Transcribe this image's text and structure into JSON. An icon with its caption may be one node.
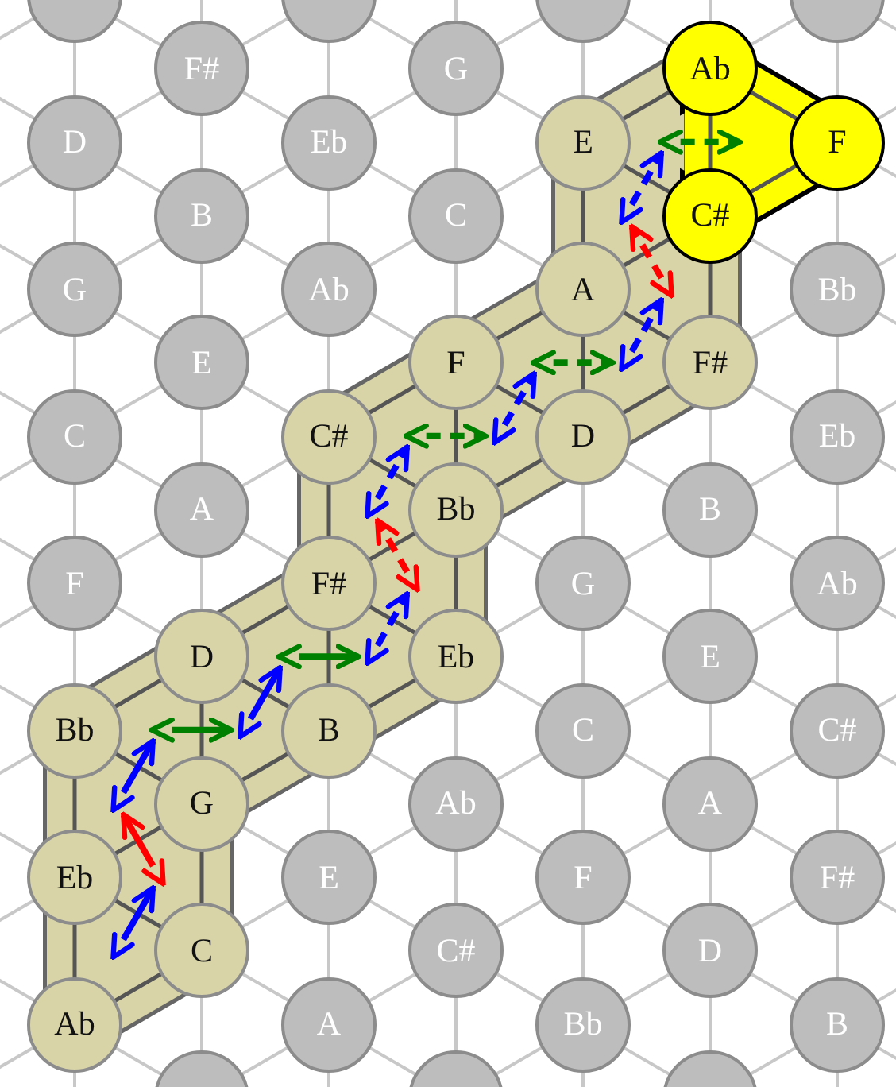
{
  "diagram": {
    "nodes": [
      {
        "text": [],
        "shape": "circle"
      },
      {
        "text": [],
        "shape": "circle"
      },
      {
        "text": [],
        "shape": "circle"
      },
      {
        "text": [],
        "shape": "circle"
      },
      {
        "text": [
          "F#"
        ]
      },
      {
        "text": [
          "G"
        ]
      },
      {
        "text": [
          "Ab"
        ]
      },
      {
        "text": [
          "D"
        ]
      },
      {
        "text": [
          "Eb"
        ]
      },
      {
        "text": [
          "E"
        ]
      },
      {
        "text": [
          "F"
        ]
      },
      {
        "text": [
          "B"
        ]
      },
      {
        "text": [
          "C"
        ]
      },
      {
        "text": [
          "C#"
        ]
      },
      {
        "text": [
          "G"
        ]
      },
      {
        "text": [
          "Ab"
        ]
      },
      {
        "text": [
          "A"
        ]
      },
      {
        "text": [
          "Bb"
        ]
      },
      {
        "text": [
          "E"
        ]
      },
      {
        "text": [
          "F"
        ]
      },
      {
        "text": [
          "F#"
        ]
      },
      {
        "text": [
          "C"
        ]
      },
      {
        "text": [
          "C#"
        ]
      },
      {
        "text": [
          "D"
        ]
      },
      {
        "text": [
          "Eb"
        ]
      },
      {
        "text": [
          "A"
        ]
      },
      {
        "text": [
          "Bb"
        ]
      },
      {
        "text": [
          "B"
        ]
      },
      {
        "text": [
          "F"
        ]
      },
      {
        "text": [
          "F#"
        ]
      },
      {
        "text": [
          "G"
        ]
      },
      {
        "text": [
          "Ab"
        ]
      },
      {
        "text": [
          "D"
        ]
      },
      {
        "text": [
          "Eb"
        ]
      },
      {
        "text": [
          "E"
        ]
      },
      {
        "text": [
          "Bb"
        ]
      },
      {
        "text": [
          "B"
        ]
      },
      {
        "text": [
          "C"
        ]
      },
      {
        "text": [
          "C#"
        ]
      },
      {
        "text": [
          "G"
        ]
      },
      {
        "text": [
          "Ab"
        ]
      },
      {
        "text": [
          "A"
        ]
      },
      {
        "text": [
          "Eb"
        ]
      },
      {
        "text": [
          "E"
        ]
      },
      {
        "text": [
          "F"
        ]
      },
      {
        "text": [
          "F#"
        ]
      },
      {
        "text": [
          "C"
        ]
      },
      {
        "text": [
          "C#"
        ]
      },
      {
        "text": [
          "D"
        ]
      },
      {
        "text": [
          "Ab"
        ]
      },
      {
        "text": [
          "A"
        ]
      },
      {
        "text": [
          "Bb"
        ]
      },
      {
        "text": [
          "B"
        ]
      },
      {
        "text": [],
        "shape": "circle"
      },
      {
        "text": [],
        "shape": "circle"
      },
      {
        "text": [],
        "shape": "circle"
      },
      {
        "text": [],
        "shape": "triangle"
      },
      {
        "text": [],
        "shape": "triangle"
      },
      {
        "text": [],
        "shape": "triangle"
      },
      {
        "text": [],
        "shape": "triangle"
      },
      {
        "text": [],
        "shape": "triangle"
      },
      {
        "text": [],
        "shape": "triangle"
      },
      {
        "text": [],
        "shape": "triangle"
      },
      {
        "text": [],
        "shape": "triangle"
      },
      {
        "text": [],
        "shape": "triangle"
      },
      {
        "text": [],
        "shape": "triangle"
      },
      {
        "text": [],
        "shape": "triangle"
      },
      {
        "text": [],
        "shape": "triangle"
      },
      {
        "text": [],
        "shape": "triangle"
      },
      {
        "text": [],
        "shape": "triangle"
      },
      {
        "text": [],
        "shape": "triangle"
      },
      {
        "text": [],
        "shape": "triangle"
      },
      {
        "text": [],
        "shape": "triangle"
      }
    ],
    "edges": [
      {
        "from": 56,
        "to": 57,
        "arrow": "both"
      },
      {
        "from": 57,
        "to": 58,
        "arrow": "both",
        "color": "#ff0000"
      },
      {
        "from": 58,
        "to": 59,
        "arrow": "both"
      },
      {
        "from": 59,
        "to": 60,
        "arrow": "both",
        "color": "#008000"
      },
      {
        "from": 60,
        "to": 61,
        "arrow": "both"
      },
      {
        "from": 61,
        "to": 62,
        "arrow": "both",
        "color": "#008000"
      },
      {
        "from": 62,
        "to": 63,
        "arrow": "both",
        "style": "dashed"
      },
      {
        "from": 63,
        "to": 64,
        "arrow": "both",
        "style": "dashed",
        "color": "#ff0000"
      },
      {
        "from": 64,
        "to": 65,
        "arrow": "both",
        "style": "dashed"
      },
      {
        "from": 65,
        "to": 66,
        "arrow": "both",
        "style": "dashed",
        "color": "#008000"
      },
      {
        "from": 66,
        "to": 67,
        "arrow": "both",
        "style": "dashed"
      },
      {
        "from": 67,
        "to": 68,
        "arrow": "both",
        "style": "dashed",
        "color": "#008000"
      },
      {
        "from": 68,
        "to": 69,
        "arrow": "both",
        "style": "dashed"
      },
      {
        "from": 69,
        "to": 70,
        "arrow": "both",
        "style": "dashed",
        "color": "#ff0000"
      },
      {
        "from": 70,
        "to": 71,
        "arrow": "both",
        "style": "dashed"
      },
      {
        "from": 71,
        "to": 72,
        "arrow": "both",
        "style": "dashed",
        "color": "#008000"
      }
    ]
  }
}
